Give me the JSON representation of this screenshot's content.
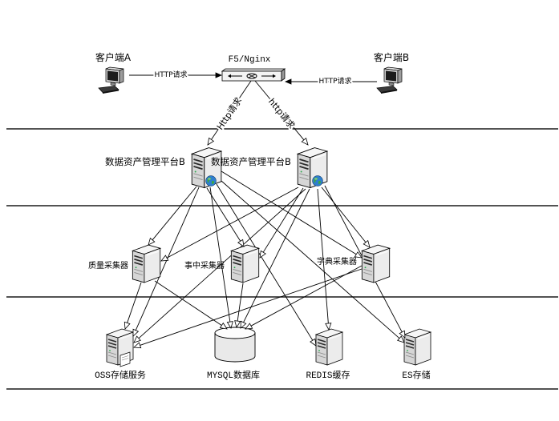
{
  "diagram": {
    "clients": [
      {
        "label": "客户端A",
        "icon": "workstation-icon"
      },
      {
        "label": "客户端B",
        "icon": "workstation-icon"
      }
    ],
    "gateway": {
      "label": "F5/Nginx",
      "icon": "load-balancer-icon"
    },
    "request_labels": {
      "client_a": "HTTP请求",
      "client_b": "HTTP请求",
      "platform_1": "Http请求",
      "platform_2": "http请求"
    },
    "platforms": [
      {
        "label": "数据资产管理平台B",
        "icon": "web-server-icon"
      },
      {
        "label": "数据资产管理平台B",
        "icon": "web-server-icon"
      }
    ],
    "collectors": [
      {
        "label": "质量采集器",
        "icon": "server-icon"
      },
      {
        "label": "事中采集器",
        "icon": "server-icon"
      },
      {
        "label": "字典采集器",
        "icon": "server-icon"
      }
    ],
    "storage": [
      {
        "label": "OSS存储服务",
        "icon": "file-server-icon"
      },
      {
        "label": "MYSQL数据库",
        "icon": "database-icon"
      },
      {
        "label": "REDIS缓存",
        "icon": "server-icon"
      },
      {
        "label": "ES存储",
        "icon": "server-icon"
      }
    ]
  },
  "colors": {
    "line": "#000000",
    "background": "#ffffff",
    "globe_ocean": "#2f7fcf",
    "globe_land": "#39a845"
  }
}
